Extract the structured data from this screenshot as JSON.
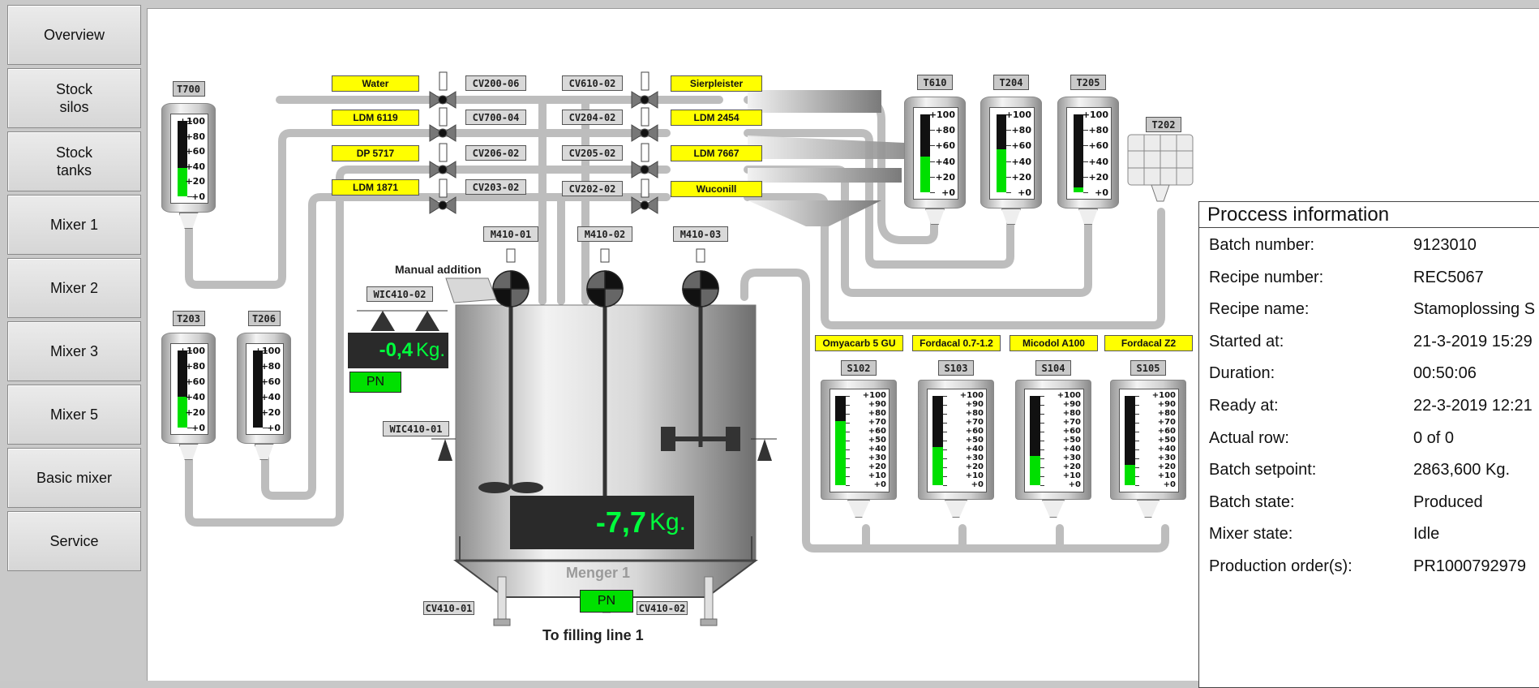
{
  "nav": {
    "items": [
      {
        "label": "Overview"
      },
      {
        "label": "Stock\nsilos"
      },
      {
        "label": "Stock\ntanks"
      },
      {
        "label": "Mixer 1"
      },
      {
        "label": "Mixer 2"
      },
      {
        "label": "Mixer 3"
      },
      {
        "label": "Mixer 5"
      },
      {
        "label": "Basic mixer"
      },
      {
        "label": "Service"
      }
    ]
  },
  "ingredients": {
    "water": "Water",
    "ldm6119": "LDM 6119",
    "dp5717": "DP 5717",
    "ldm1871": "LDM 1871",
    "sierpleister": "Sierpleister",
    "ldm2454": "LDM 2454",
    "ldm7667": "LDM 7667",
    "wuconill": "Wuconill"
  },
  "valves": {
    "cv200_06": "CV200-06",
    "cv700_04": "CV700-04",
    "cv206_02": "CV206-02",
    "cv203_02": "CV203-02",
    "cv610_02": "CV610-02",
    "cv204_02": "CV204-02",
    "cv205_02": "CV205-02",
    "cv202_02": "CV202-02",
    "cv410_01": "CV410-01",
    "cv410_02": "CV410-02"
  },
  "tanks": {
    "t700": {
      "name": "T700",
      "level": 38
    },
    "t203": {
      "name": "T203",
      "level": 40
    },
    "t206": {
      "name": "T206",
      "level": 0
    },
    "t610": {
      "name": "T610",
      "level": 46
    },
    "t204": {
      "name": "T204",
      "level": 55
    },
    "t205": {
      "name": "T205",
      "level": 6
    },
    "t202": {
      "name": "T202"
    }
  },
  "scale": {
    "ticks": [
      "+100",
      "+80",
      "+60",
      "+40",
      "+20",
      "+0"
    ]
  },
  "silo_scale": {
    "ticks": [
      "+100",
      "+90",
      "+80",
      "+70",
      "+60",
      "+50",
      "+40",
      "+30",
      "+20",
      "+10",
      "+0"
    ]
  },
  "silos": {
    "s102": {
      "name": "S102",
      "material": "Omyacarb 5 GU",
      "level": 72
    },
    "s103": {
      "name": "S103",
      "material": "Fordacal 0.7-1.2",
      "level": 43
    },
    "s104": {
      "name": "S104",
      "material": "Micodol A100",
      "level": 33
    },
    "s105": {
      "name": "S105",
      "material": "Fordacal Z2",
      "level": 23
    }
  },
  "mixer": {
    "m410_01": "M410-01",
    "m410_02": "M410-02",
    "m410_03": "M410-03",
    "manual_addition": "Manual addition",
    "wic410_02": "WIC410-02",
    "wic410_01": "WIC410-01",
    "manual_weight": "-0,4",
    "manual_unit": "Kg.",
    "pn_left": "PN",
    "main_weight": "-7,7",
    "main_unit": "Kg.",
    "name": "Menger 1",
    "pn_bottom": "PN",
    "to_filling": "To filling line 1"
  },
  "process_info": {
    "title": "Proccess information",
    "rows": [
      {
        "label": "Batch number:",
        "value": "9123010"
      },
      {
        "label": "Recipe number:",
        "value": "REC5067"
      },
      {
        "label": "Recipe name:",
        "value": "Stamoplossing S"
      },
      {
        "label": "Started at:",
        "value": "21-3-2019 15:29"
      },
      {
        "label": "Duration:",
        "value": "00:50:06"
      },
      {
        "label": "Ready at:",
        "value": "22-3-2019 12:21"
      },
      {
        "label": "Actual row:",
        "value": "0     of    0"
      },
      {
        "label": "Batch setpoint:",
        "value": "2863,600 Kg."
      },
      {
        "label": "Batch state:",
        "value": "Produced"
      },
      {
        "label": "Mixer state:",
        "value": "Idle"
      },
      {
        "label": "Production order(s):",
        "value": "PR1000792979"
      }
    ]
  },
  "colors": {
    "fill": "#00e000",
    "label_yellow": "#ffff00",
    "display_text": "#00ff3c"
  }
}
